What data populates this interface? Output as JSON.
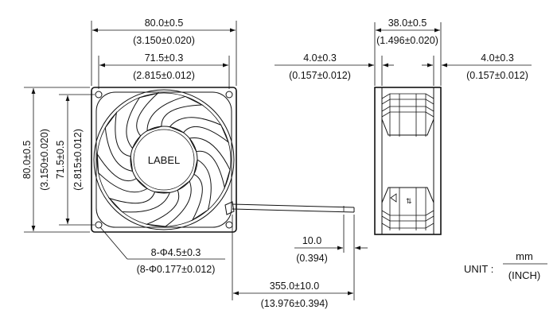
{
  "front_view": {
    "label": "LABEL",
    "width_mm": "80.0±0.5",
    "width_in": "(3.150±0.020)",
    "hole_pitch_mm": "71.5±0.3",
    "hole_pitch_in": "(2.815±0.012)",
    "height_mm": "80.0±0.5",
    "height_in": "(3.150±0.020)",
    "vhole_pitch_mm": "71.5±0.5",
    "vhole_pitch_in": "(2.815±0.012)",
    "hole_mm": "8-Φ4.5±0.3",
    "hole_in": "(8-Φ0.177±0.012)"
  },
  "side_view": {
    "depth_mm": "38.0±0.5",
    "depth_in": "(1.496±0.020)",
    "flange_left_mm": "4.0±0.3",
    "flange_left_in": "(0.157±0.012)",
    "flange_right_mm": "4.0±0.3",
    "flange_right_in": "(0.157±0.012)"
  },
  "lead": {
    "strip_mm": "10.0",
    "strip_in": "(0.394)",
    "length_mm": "355.0±10.0",
    "length_in": "(13.976±0.394)"
  },
  "unit": {
    "prefix": "UNIT :",
    "num": "mm",
    "den": "(INCH)"
  }
}
